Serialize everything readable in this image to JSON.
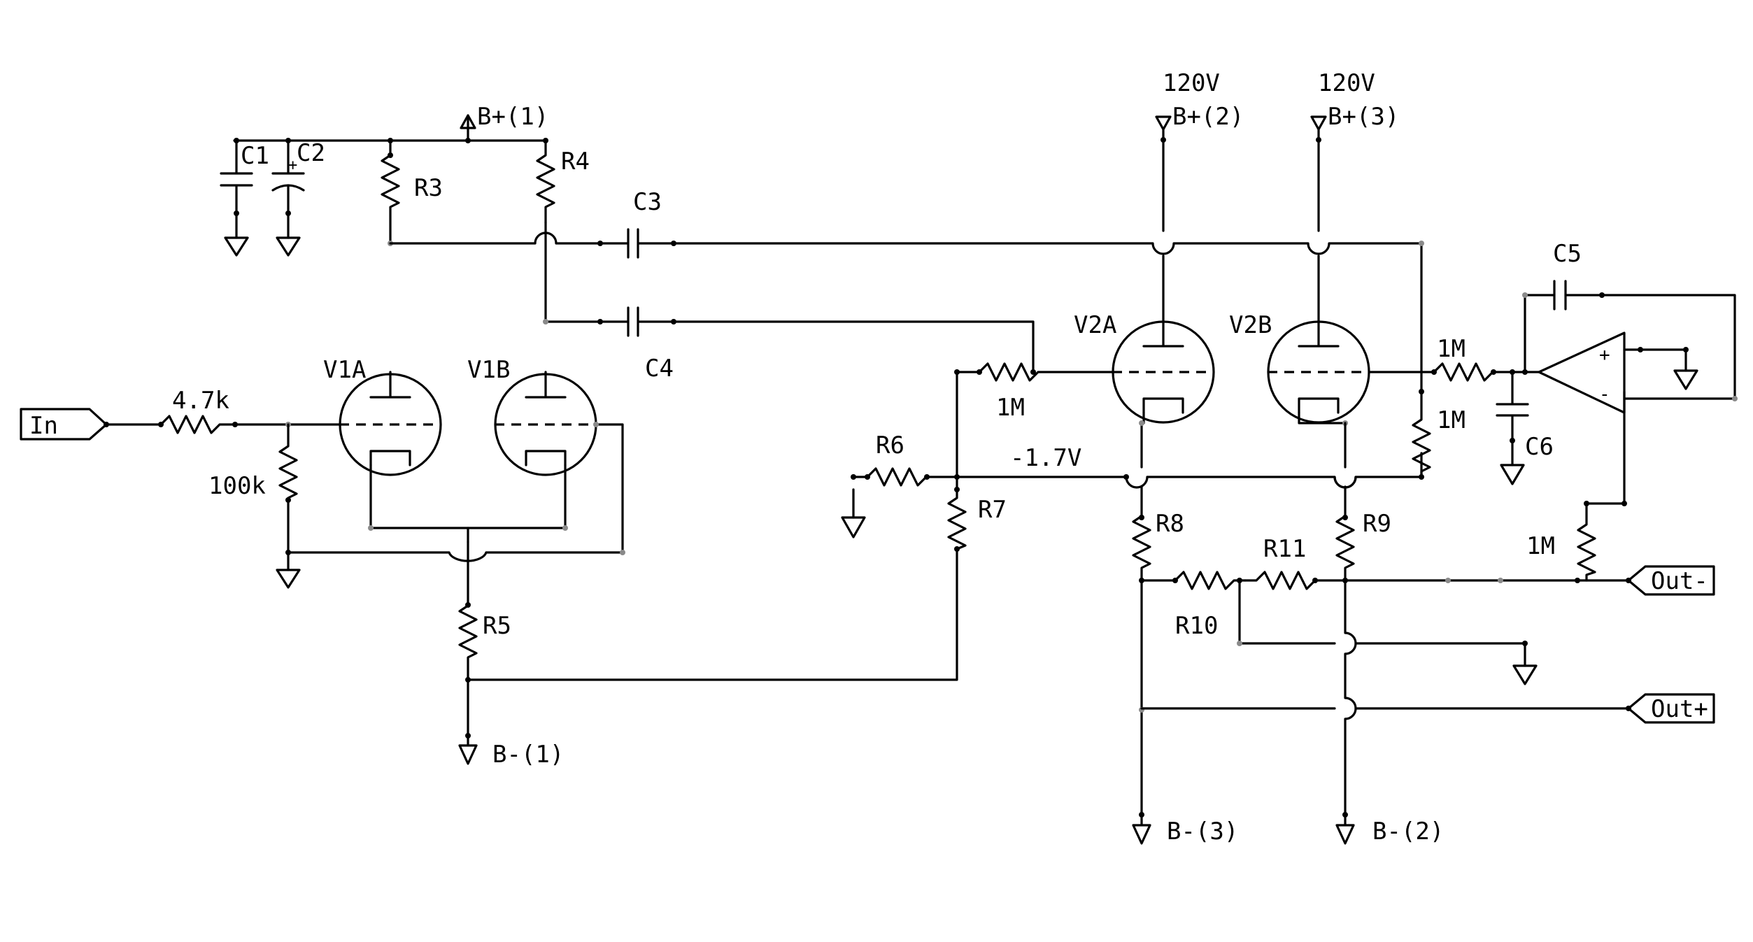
{
  "labels": {
    "c1": "C1",
    "c2": "C2",
    "c3": "C3",
    "c4": "C4",
    "c5": "C5",
    "c6": "C6",
    "r3": "R3",
    "r4": "R4",
    "r5": "R5",
    "r6": "R6",
    "r7": "R7",
    "r8": "R8",
    "r9": "R9",
    "r10": "R10",
    "r11": "R11",
    "r_in": "4.7k",
    "r_grid": "100k",
    "r_1m_a": "1M",
    "r_1m_b": "1M",
    "r_1m_c": "1M",
    "r_1m_d": "1M",
    "v1a": "V1A",
    "v1b": "V1B",
    "v2a": "V2A",
    "v2b": "V2B",
    "bplus1": "B+(1)",
    "bplus2": "B+(2)",
    "bplus3": "B+(3)",
    "v120_a": "120V",
    "v120_b": "120V",
    "bminus1": "B-(1)",
    "bminus2": "B-(2)",
    "bminus3": "B-(3)",
    "bias": "-1.7V",
    "in_port": "In",
    "out_minus": "Out-",
    "out_plus": "Out+",
    "plus_sign": "+",
    "minus_sign": "-",
    "c2_polarity": "+"
  }
}
